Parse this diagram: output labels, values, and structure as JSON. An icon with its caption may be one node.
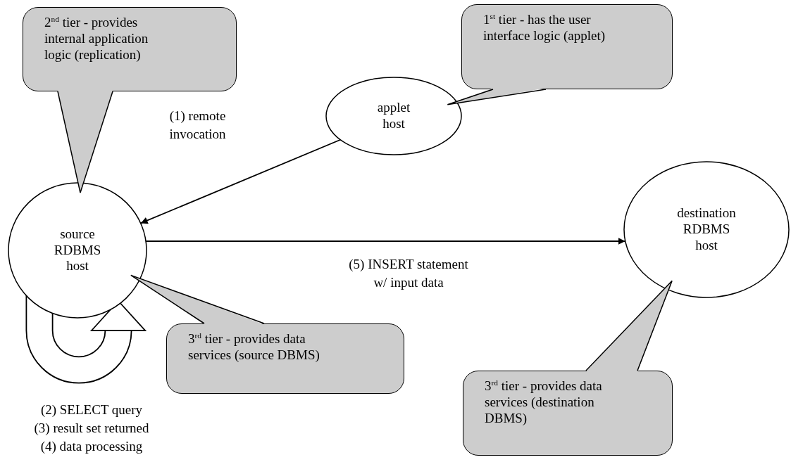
{
  "diagram": {
    "nodes": [
      {
        "text": [
          "2$^{nd}$ tier - provides internal application logic (replication)"
        ]
      },
      {
        "text": [
          "1$^{st}$ tier - has the user interface logic (applet)"
        ]
      },
      {
        "text": [
          "applet host"
        ]
      },
      {
        "text": [
          "source RDBMS host"
        ]
      },
      {
        "text": [
          "destination RDBMS host"
        ]
      },
      {
        "text": [
          "3$^{rd}$ tier - provides data services (source DBMS)"
        ]
      },
      {
        "text": [
          "3$^{rd}$ tier - provides data services (destination DBMS)"
        ]
      }
    ],
    "edges": [
      {
        "from": 2,
        "to": 3,
        "arrow": "to",
        "label": "(1) remote invocation"
      },
      {
        "from": 3,
        "to": 4,
        "arrow": "to",
        "label": "(5) INSERT statement w/ input data"
      },
      {
        "from": 3,
        "to": 3,
        "arrow": "to",
        "style": "thick"
      },
      {
        "from": 0,
        "to": 3,
        "arrow": "none"
      },
      {
        "from": 1,
        "to": 2,
        "arrow": "none"
      },
      {
        "from": 5,
        "to": 3,
        "arrow": "none"
      },
      {
        "from": 6,
        "to": 4,
        "arrow": "none"
      }
    ],
    "labels": [
      "(2) SELECT query",
      "(3) result set returned",
      "(4) data processing"
    ]
  }
}
